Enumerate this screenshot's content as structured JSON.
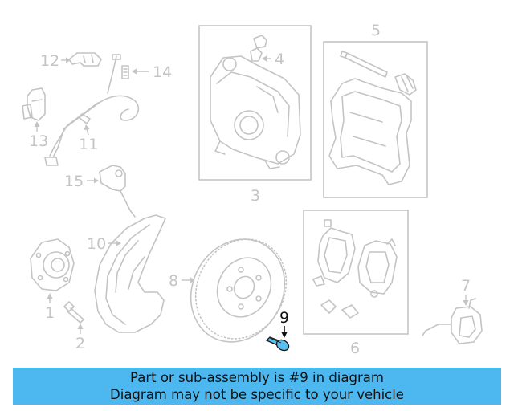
{
  "diagram": {
    "callouts": {
      "c1": "1",
      "c2": "2",
      "c3": "3",
      "c4": "4",
      "c5": "5",
      "c6": "6",
      "c7": "7",
      "c8": "8",
      "c9": "9",
      "c10": "10",
      "c11": "11",
      "c12": "12",
      "c13": "13",
      "c14": "14",
      "c15": "15"
    },
    "highlighted_part": "9",
    "colors": {
      "line_art": "#c4c4c4",
      "highlight_fill": "#5bbfee",
      "highlight_text": "#111111",
      "banner_background": "#4db8ef"
    }
  },
  "banner": {
    "line1": "Part or sub-assembly is #9 in diagram",
    "line2": "Diagram may not be specific to your vehicle"
  }
}
